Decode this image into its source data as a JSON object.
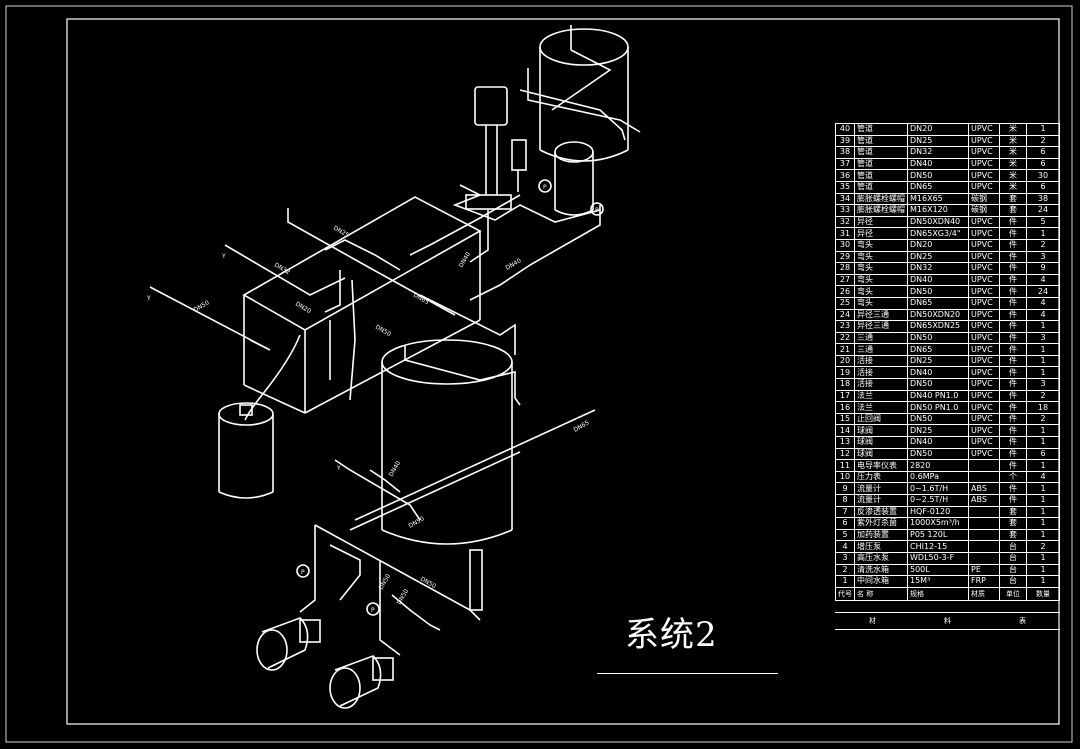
{
  "title": "系统2",
  "bom": {
    "rows": [
      {
        "no": "40",
        "name": "管道",
        "spec": "DN20",
        "mat": "UPVC",
        "unit": "米",
        "qty": "1"
      },
      {
        "no": "39",
        "name": "管道",
        "spec": "DN25",
        "mat": "UPVC",
        "unit": "米",
        "qty": "2"
      },
      {
        "no": "38",
        "name": "管道",
        "spec": "DN32",
        "mat": "UPVC",
        "unit": "米",
        "qty": "6"
      },
      {
        "no": "37",
        "name": "管道",
        "spec": "DN40",
        "mat": "UPVC",
        "unit": "米",
        "qty": "6"
      },
      {
        "no": "36",
        "name": "管道",
        "spec": "DN50",
        "mat": "UPVC",
        "unit": "米",
        "qty": "30"
      },
      {
        "no": "35",
        "name": "管道",
        "spec": "DN65",
        "mat": "UPVC",
        "unit": "米",
        "qty": "6"
      },
      {
        "no": "34",
        "name": "膨胀螺栓螺帽",
        "spec": "M16X65",
        "mat": "碳钢",
        "unit": "套",
        "qty": "38"
      },
      {
        "no": "33",
        "name": "膨胀螺栓螺帽",
        "spec": "M16X120",
        "mat": "碳钢",
        "unit": "套",
        "qty": "24"
      },
      {
        "no": "32",
        "name": "异径",
        "spec": "DN50XDN40",
        "mat": "UPVC",
        "unit": "件",
        "qty": "5"
      },
      {
        "no": "31",
        "name": "异径",
        "spec": "DN65XG3/4\"",
        "mat": "UPVC",
        "unit": "件",
        "qty": "1"
      },
      {
        "no": "30",
        "name": "弯头",
        "spec": "DN20",
        "mat": "UPVC",
        "unit": "件",
        "qty": "2"
      },
      {
        "no": "29",
        "name": "弯头",
        "spec": "DN25",
        "mat": "UPVC",
        "unit": "件",
        "qty": "3"
      },
      {
        "no": "28",
        "name": "弯头",
        "spec": "DN32",
        "mat": "UPVC",
        "unit": "件",
        "qty": "9"
      },
      {
        "no": "27",
        "name": "弯头",
        "spec": "DN40",
        "mat": "UPVC",
        "unit": "件",
        "qty": "4"
      },
      {
        "no": "26",
        "name": "弯头",
        "spec": "DN50",
        "mat": "UPVC",
        "unit": "件",
        "qty": "24"
      },
      {
        "no": "25",
        "name": "弯头",
        "spec": "DN65",
        "mat": "UPVC",
        "unit": "件",
        "qty": "4"
      },
      {
        "no": "24",
        "name": "异径三通",
        "spec": "DN50XDN20",
        "mat": "UPVC",
        "unit": "件",
        "qty": "4"
      },
      {
        "no": "23",
        "name": "异径三通",
        "spec": "DN65XDN25",
        "mat": "UPVC",
        "unit": "件",
        "qty": "1"
      },
      {
        "no": "22",
        "name": "三通",
        "spec": "DN50",
        "mat": "UPVC",
        "unit": "件",
        "qty": "3"
      },
      {
        "no": "21",
        "name": "三通",
        "spec": "DN65",
        "mat": "UPVC",
        "unit": "件",
        "qty": "1"
      },
      {
        "no": "20",
        "name": "活接",
        "spec": "DN25",
        "mat": "UPVC",
        "unit": "件",
        "qty": "1"
      },
      {
        "no": "19",
        "name": "活接",
        "spec": "DN40",
        "mat": "UPVC",
        "unit": "件",
        "qty": "1"
      },
      {
        "no": "18",
        "name": "活接",
        "spec": "DN50",
        "mat": "UPVC",
        "unit": "件",
        "qty": "3"
      },
      {
        "no": "17",
        "name": "法兰",
        "spec": "DN40 PN1.0",
        "mat": "UPVC",
        "unit": "件",
        "qty": "2"
      },
      {
        "no": "16",
        "name": "法兰",
        "spec": "DN50 PN1.0",
        "mat": "UPVC",
        "unit": "件",
        "qty": "18"
      },
      {
        "no": "15",
        "name": "止回阀",
        "spec": "DN50",
        "mat": "UPVC",
        "unit": "件",
        "qty": "2"
      },
      {
        "no": "14",
        "name": "球阀",
        "spec": "DN25",
        "mat": "UPVC",
        "unit": "件",
        "qty": "1"
      },
      {
        "no": "13",
        "name": "球阀",
        "spec": "DN40",
        "mat": "UPVC",
        "unit": "件",
        "qty": "1"
      },
      {
        "no": "12",
        "name": "球阀",
        "spec": "DN50",
        "mat": "UPVC",
        "unit": "件",
        "qty": "6"
      },
      {
        "no": "11",
        "name": "电导率仪表",
        "spec": "2820",
        "mat": "",
        "unit": "件",
        "qty": "1"
      },
      {
        "no": "10",
        "name": "压力表",
        "spec": "0.6MPa",
        "mat": "",
        "unit": "个",
        "qty": "4"
      },
      {
        "no": "9",
        "name": "流量计",
        "spec": "0~1.6T/H",
        "mat": "ABS",
        "unit": "件",
        "qty": "1"
      },
      {
        "no": "8",
        "name": "流量计",
        "spec": "0~2.5T/H",
        "mat": "ABS",
        "unit": "件",
        "qty": "1"
      },
      {
        "no": "7",
        "name": "反渗透装置",
        "spec": "HQF-0120",
        "mat": "",
        "unit": "套",
        "qty": "1"
      },
      {
        "no": "6",
        "name": "紫外灯杀菌",
        "spec": "1000X5m³/h",
        "mat": "",
        "unit": "套",
        "qty": "1"
      },
      {
        "no": "5",
        "name": "加药装置",
        "spec": "P05 120L",
        "mat": "",
        "unit": "套",
        "qty": "1"
      },
      {
        "no": "4",
        "name": "增压泵",
        "spec": "CHI12-15",
        "mat": "",
        "unit": "台",
        "qty": "2"
      },
      {
        "no": "3",
        "name": "高压水泵",
        "spec": "WDL50-3-F",
        "mat": "",
        "unit": "台",
        "qty": "1"
      },
      {
        "no": "2",
        "name": "清洗水箱",
        "spec": "500L",
        "mat": "PE",
        "unit": "台",
        "qty": "1"
      },
      {
        "no": "1",
        "name": "中间水箱",
        "spec": "15M³",
        "mat": "FRP",
        "unit": "台",
        "qty": "1"
      }
    ],
    "header": {
      "no": "代号",
      "name": "名  称",
      "spec": "规格",
      "mat": "材质",
      "unit": "单位",
      "qty": "数量"
    },
    "footer": {
      "a": "材",
      "b": "料",
      "c": "表"
    }
  },
  "pipe_labels": {
    "dn20": "DN20",
    "dn25": "DN25",
    "dn32": "DN32",
    "dn40": "DN40",
    "dn50": "DN50",
    "dn65": "DN65",
    "y": "Y",
    "p": "P"
  }
}
